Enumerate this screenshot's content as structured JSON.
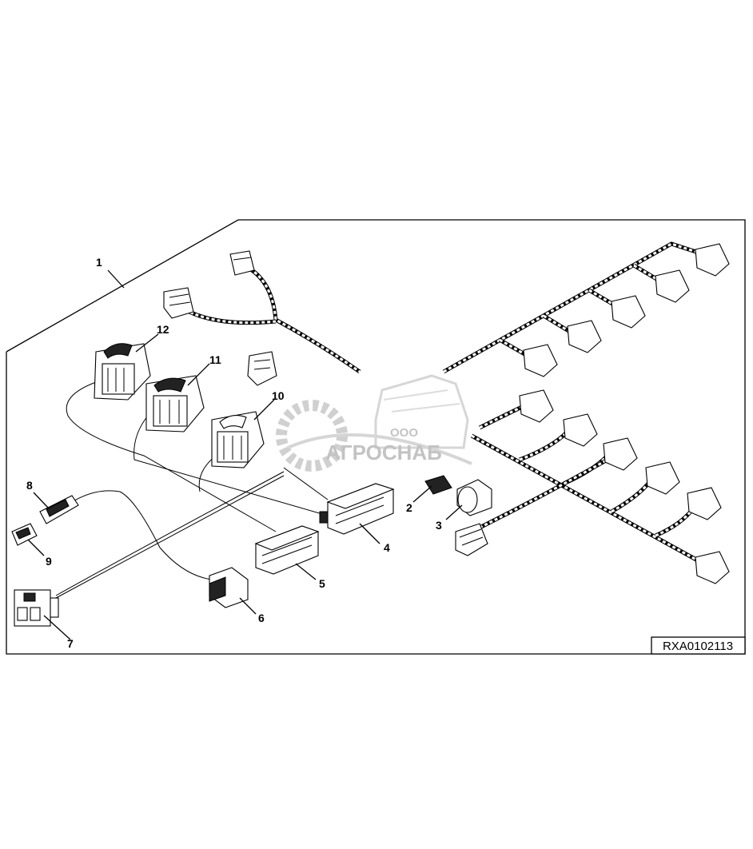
{
  "callouts": {
    "c1": "1",
    "c2": "2",
    "c3": "3",
    "c4": "4",
    "c5": "5",
    "c6": "6",
    "c7": "7",
    "c8": "8",
    "c9": "9",
    "c10": "10",
    "c11": "11",
    "c12": "12"
  },
  "drawing_code": "RXA0102113",
  "watermark": {
    "company_small": "ООО",
    "company_name": "АГРОСНАБ"
  }
}
